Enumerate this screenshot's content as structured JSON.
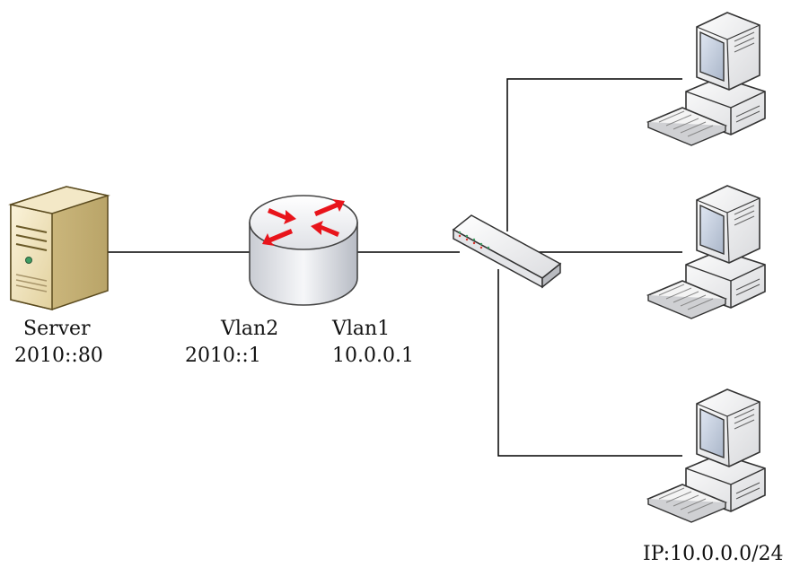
{
  "server": {
    "name": "Server",
    "address": "2010::80"
  },
  "router": {
    "left_interface": "Vlan2",
    "left_address": "2010::1",
    "right_interface": "Vlan1",
    "right_address": "10.0.0.1"
  },
  "subnet": {
    "label": "IP:10.0.0.0/24"
  },
  "colors": {
    "line": "#000000",
    "router_arrow": "#e8141b",
    "server_body": "#f1e5c0",
    "router_body": "#e9eaee"
  },
  "icons": [
    "server-icon",
    "router-icon",
    "switch-icon",
    "pc-icon"
  ]
}
